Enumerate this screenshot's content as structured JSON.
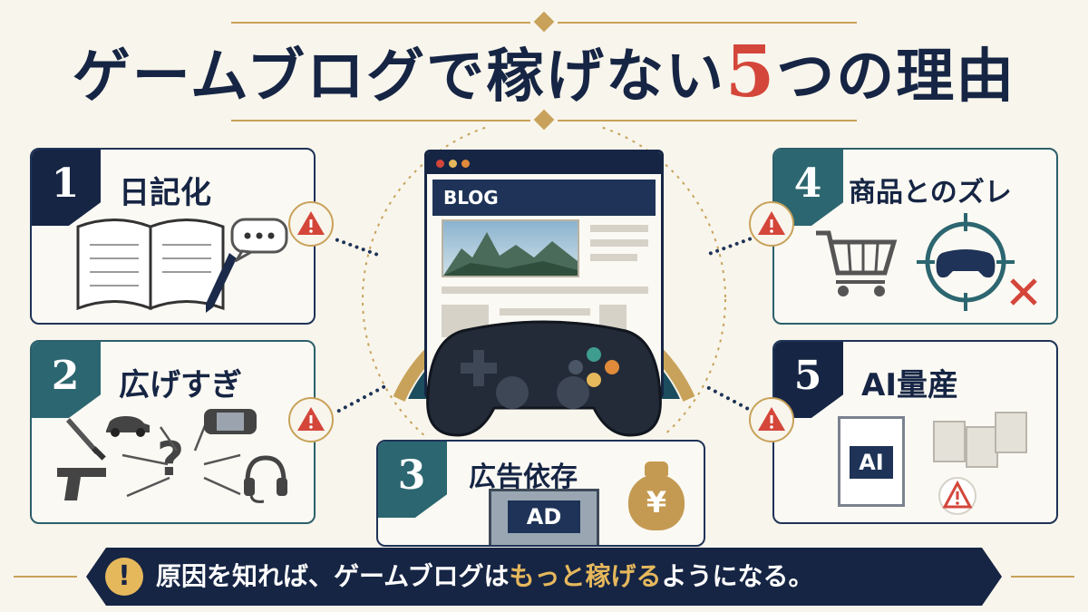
{
  "title": {
    "before": "ゲームブログで稼げない",
    "highlight": "5",
    "after": "つの理由"
  },
  "reasons": [
    {
      "num": "1",
      "label": "日記化"
    },
    {
      "num": "2",
      "label": "広げすぎ"
    },
    {
      "num": "3",
      "label": "広告依存"
    },
    {
      "num": "4",
      "label": "商品とのズレ"
    },
    {
      "num": "5",
      "label": "AI量産"
    }
  ],
  "browser": {
    "heading": "BLOG"
  },
  "ad_screen": {
    "label": "AD"
  },
  "money_bag": {
    "symbol": "¥"
  },
  "ai_doc": {
    "label": "AI"
  },
  "banner": {
    "icon": "!",
    "text_before": "原因を知れば、ゲームブログは",
    "highlight": "もっと稼げる",
    "text_after": "ようになる。"
  },
  "colors": {
    "navy": "#162544",
    "teal": "#2c6670",
    "gold": "#c8a25a",
    "red": "#d4463a",
    "cream": "#f8f5ec"
  }
}
